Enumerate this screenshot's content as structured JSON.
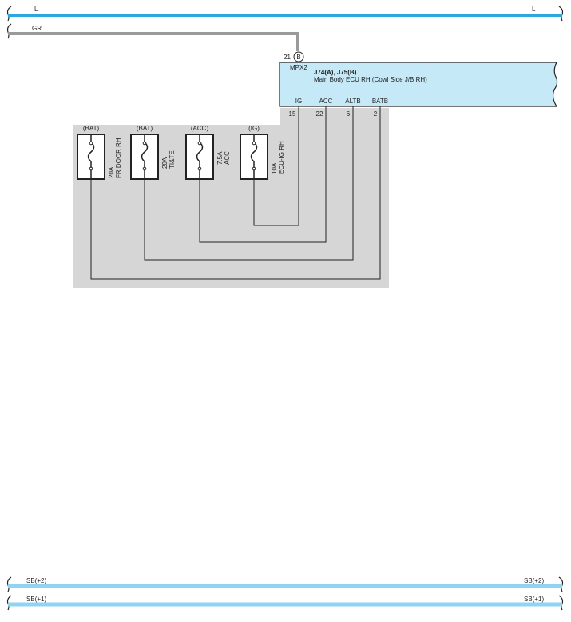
{
  "wires": {
    "top_left_label": "L",
    "top_right_label": "L",
    "gr_label": "GR",
    "sb2_left": "SB(+2)",
    "sb2_right": "SB(+2)",
    "sb1_left": "SB(+1)",
    "sb1_right": "SB(+1)"
  },
  "connector": {
    "pin": "21",
    "letter": "B",
    "name": "MPX2"
  },
  "ecu": {
    "title": "J74(A), J75(B)",
    "subtitle": "Main Body ECU RH (Cowl Side J/B RH)",
    "terminals": [
      {
        "name": "IG",
        "pin": "15"
      },
      {
        "name": "ACC",
        "pin": "22"
      },
      {
        "name": "ALTB",
        "pin": "6"
      },
      {
        "name": "BATB",
        "pin": "2"
      }
    ]
  },
  "fuses": [
    {
      "source": "(BAT)",
      "rating": "20A",
      "name": "FR DOOR RH"
    },
    {
      "source": "(BAT)",
      "rating": "20A",
      "name": "TI&TE"
    },
    {
      "source": "(ACC)",
      "rating": "7.5A",
      "name": "ACC"
    },
    {
      "source": "(IG)",
      "rating": "10A",
      "name": "ECU-IG RH"
    }
  ],
  "colors": {
    "wire_L": "#2aa7e0",
    "wire_SB": "#8fd4f2",
    "wire_GR": "#9a9a9a",
    "ecu_fill": "#c6e9f7",
    "junction_block": "#d6d6d6"
  }
}
